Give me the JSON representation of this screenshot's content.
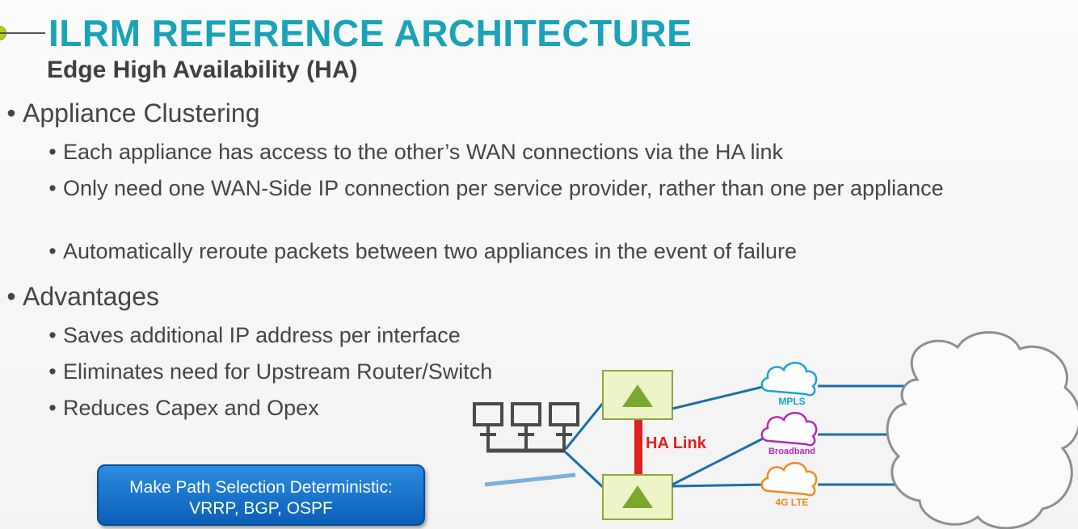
{
  "header": {
    "title": "ILRM REFERENCE ARCHITECTURE",
    "subtitle": "Edge High Availability (HA)"
  },
  "sections": [
    {
      "heading": "Appliance Clustering",
      "items": [
        "Each appliance has access to the other’s WAN connections via the HA link",
        "Only need one WAN-Side IP connection per service provider, rather than one per appliance",
        "Automatically reroute packets between two appliances in the event of failure"
      ]
    },
    {
      "heading": "Advantages",
      "items": [
        "Saves additional IP address per interface",
        "Eliminates need for Upstream Router/Switch",
        "Reduces Capex and Opex"
      ]
    }
  ],
  "callout": {
    "line1": "Make Path Selection Deterministic:",
    "line2": "VRRP, BGP, OSPF"
  },
  "diagram": {
    "ha_link_label": "HA Link",
    "clouds": [
      {
        "label": "MPLS",
        "color": "#1aa3d8"
      },
      {
        "label": "Broadband",
        "color": "#b52ab5"
      },
      {
        "label": "4G LTE",
        "color": "#f08a1e"
      }
    ],
    "colors": {
      "accent_title": "#1aa3b8",
      "link_line": "#1a6fa8",
      "ha_link": "#e02020",
      "appliance_fill": "#eef3c8",
      "appliance_arrow": "#7aa82e"
    }
  }
}
